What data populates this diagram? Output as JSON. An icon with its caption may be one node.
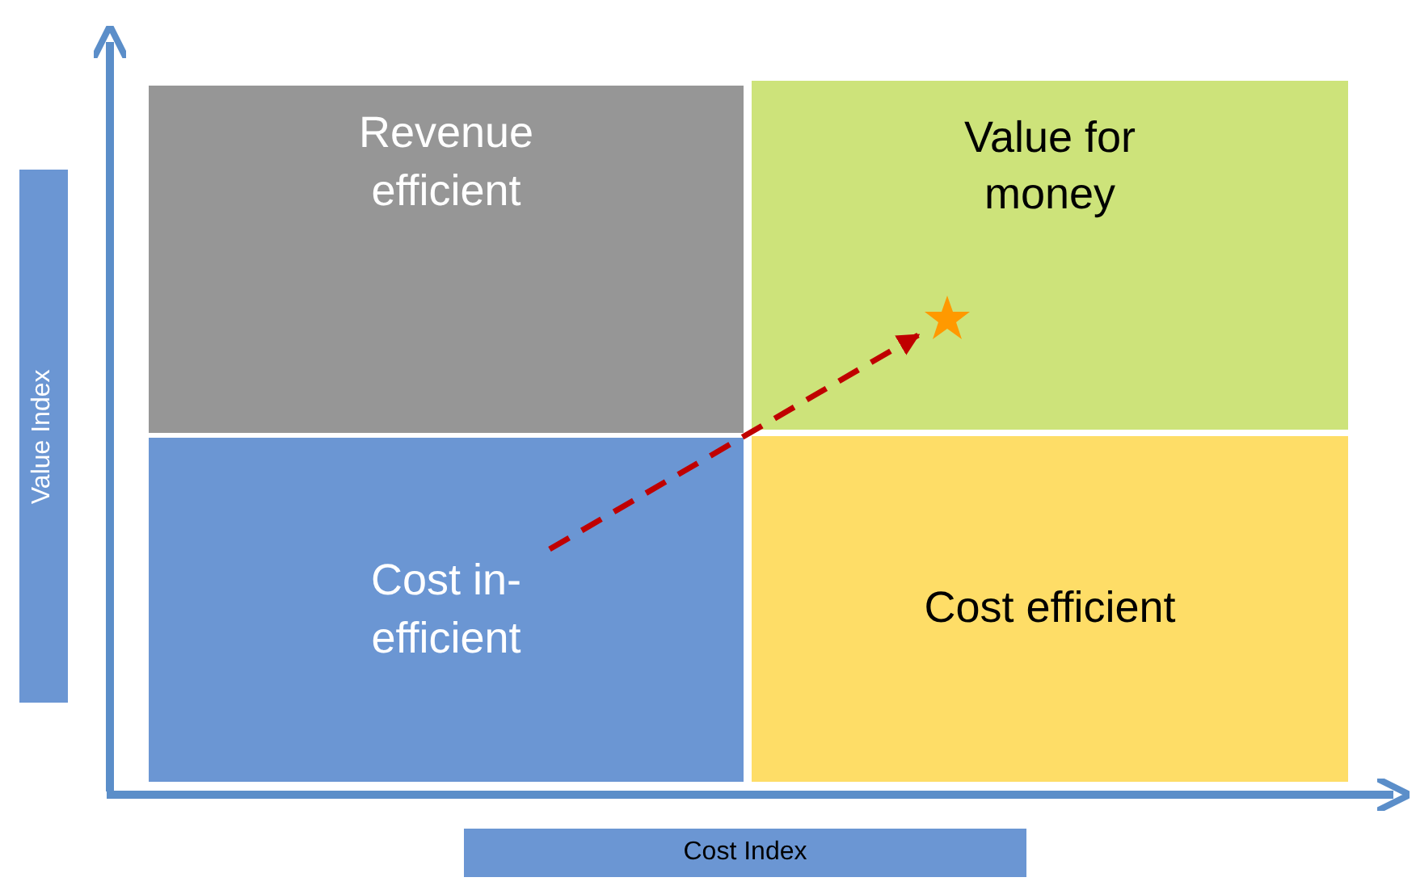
{
  "diagram": {
    "nodes": [
      {
        "text": [
          "Revenue efficient"
        ]
      },
      {
        "text": [
          "Value for money"
        ]
      },
      {
        "text": [
          "Cost in-efficient"
        ]
      },
      {
        "text": [
          "Cost efficient"
        ]
      },
      {
        "text": [],
        "shape": "star",
        "in": 1
      },
      {
        "text": [
          "Value Index"
        ]
      },
      {
        "text": [
          "Cost Index"
        ]
      }
    ],
    "edges": [
      {
        "from": 2,
        "to": 4,
        "arrow": "to",
        "style": "dashed",
        "color": "#c00000"
      }
    ]
  }
}
